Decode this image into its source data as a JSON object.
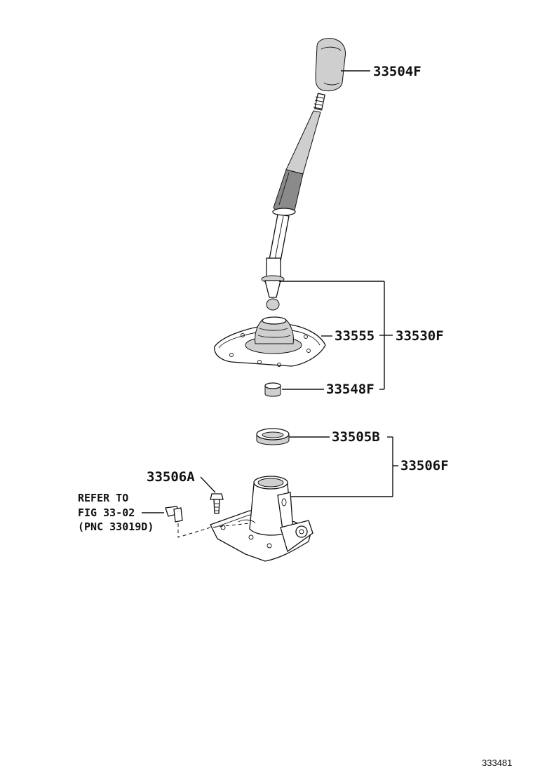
{
  "parts": {
    "knob": "33504F",
    "lever_assy": "33530F",
    "boot": "33555",
    "bushing": "33548F",
    "seat": "33505B",
    "housing_assy": "33506F",
    "bolt": "33506A"
  },
  "refer_note": {
    "line1": "REFER TO",
    "line2": "FIG 33-02",
    "line3": "(PNC 33019D)"
  },
  "figure_id": "333481"
}
